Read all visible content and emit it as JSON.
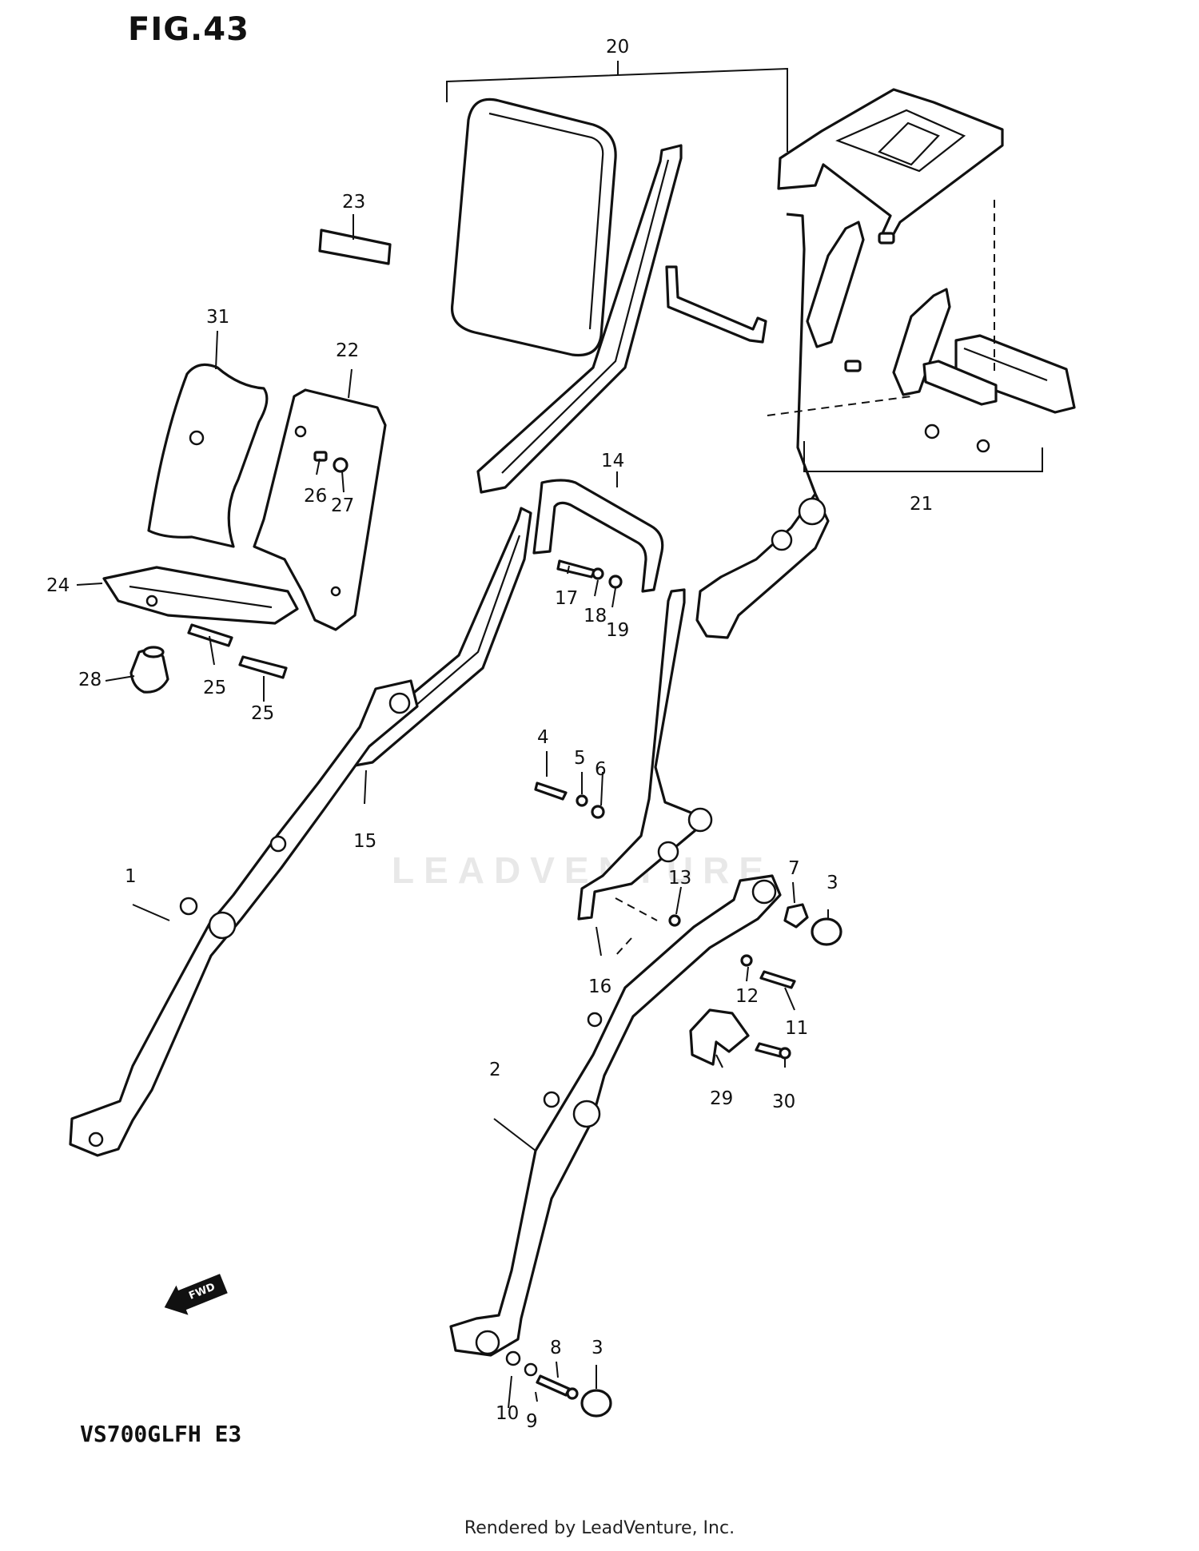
{
  "figure": {
    "title": "FIG.43",
    "model_code": "VS700GLFH  E3",
    "credit": "Rendered by LeadVenture, Inc.",
    "watermark": "LEADVENTURE",
    "direction_badge": "FWD"
  },
  "callouts": [
    {
      "id": "c1",
      "label": "1"
    },
    {
      "id": "c2",
      "label": "2"
    },
    {
      "id": "c3a",
      "label": "3"
    },
    {
      "id": "c3b",
      "label": "3"
    },
    {
      "id": "c4",
      "label": "4"
    },
    {
      "id": "c5",
      "label": "5"
    },
    {
      "id": "c6",
      "label": "6"
    },
    {
      "id": "c7",
      "label": "7"
    },
    {
      "id": "c8",
      "label": "8"
    },
    {
      "id": "c9",
      "label": "9"
    },
    {
      "id": "c10",
      "label": "10"
    },
    {
      "id": "c11",
      "label": "11"
    },
    {
      "id": "c12",
      "label": "12"
    },
    {
      "id": "c13",
      "label": "13"
    },
    {
      "id": "c14",
      "label": "14"
    },
    {
      "id": "c15",
      "label": "15"
    },
    {
      "id": "c16",
      "label": "16"
    },
    {
      "id": "c17",
      "label": "17"
    },
    {
      "id": "c18",
      "label": "18"
    },
    {
      "id": "c19",
      "label": "19"
    },
    {
      "id": "c20",
      "label": "20"
    },
    {
      "id": "c21",
      "label": "21"
    },
    {
      "id": "c22",
      "label": "22"
    },
    {
      "id": "c23",
      "label": "23"
    },
    {
      "id": "c24",
      "label": "24"
    },
    {
      "id": "c25a",
      "label": "25"
    },
    {
      "id": "c25b",
      "label": "25"
    },
    {
      "id": "c26",
      "label": "26"
    },
    {
      "id": "c27",
      "label": "27"
    },
    {
      "id": "c28",
      "label": "28"
    },
    {
      "id": "c29",
      "label": "29"
    },
    {
      "id": "c30",
      "label": "30"
    },
    {
      "id": "c31",
      "label": "31"
    }
  ]
}
